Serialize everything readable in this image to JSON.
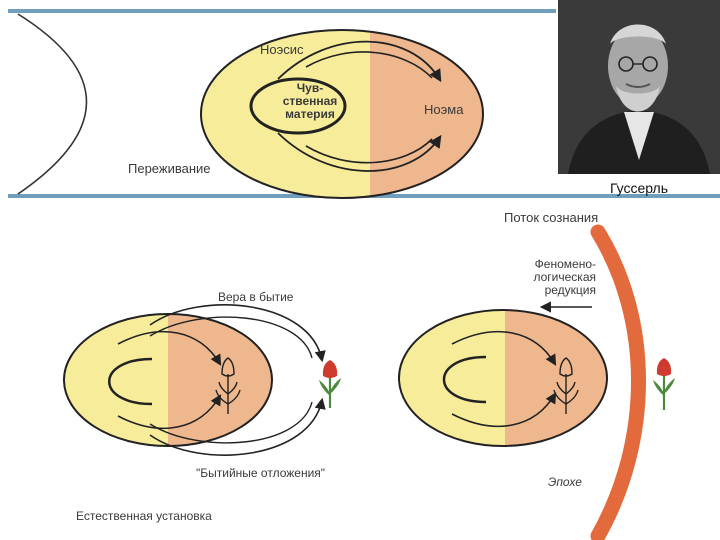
{
  "top": {
    "noesis": "Ноэсис",
    "sensory_matter_lines": [
      "Чув-",
      "ственная",
      "материя"
    ],
    "noema": "Ноэма",
    "experience": "Переживание"
  },
  "portrait": {
    "caption": "Гуссерль"
  },
  "bottom": {
    "stream": "Поток сознания",
    "reduction_lines": [
      "Феномено-",
      "логическая",
      "редукция"
    ],
    "belief": "Вера в бытие",
    "deposits": "\"Бытийные отложения\"",
    "natural_attitude": "Естественная установка",
    "epoche": "Эпохе"
  },
  "colors": {
    "yellow": "#f7ec9a",
    "orange": "#eeb78e",
    "stream": "#e26a3c",
    "band": "#6f9fbd",
    "flower": "#cf3b2e",
    "leaf": "#4b8a3c"
  }
}
